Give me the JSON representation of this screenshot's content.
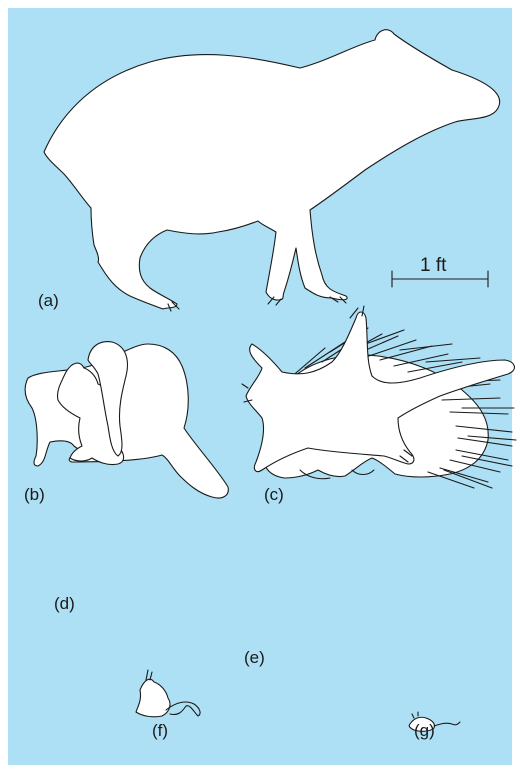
{
  "panel": {
    "background": "#ade0f4"
  },
  "scale_bar": {
    "label": "1 ft"
  },
  "animals": [
    {
      "id": "a",
      "label": "(a)",
      "icon": "capybara-silhouette"
    },
    {
      "id": "b",
      "label": "(b)",
      "icon": "beaver-silhouette"
    },
    {
      "id": "c",
      "label": "(c)",
      "icon": "porcupine-silhouette"
    },
    {
      "id": "d",
      "label": "(d)",
      "icon": "squirrel-silhouette"
    },
    {
      "id": "e",
      "label": "(e)",
      "icon": "flying-squirrel-silhouette"
    },
    {
      "id": "f",
      "label": "(f)",
      "icon": "jerboa-silhouette"
    },
    {
      "id": "g",
      "label": "(g)",
      "icon": "mouse-silhouette"
    }
  ]
}
